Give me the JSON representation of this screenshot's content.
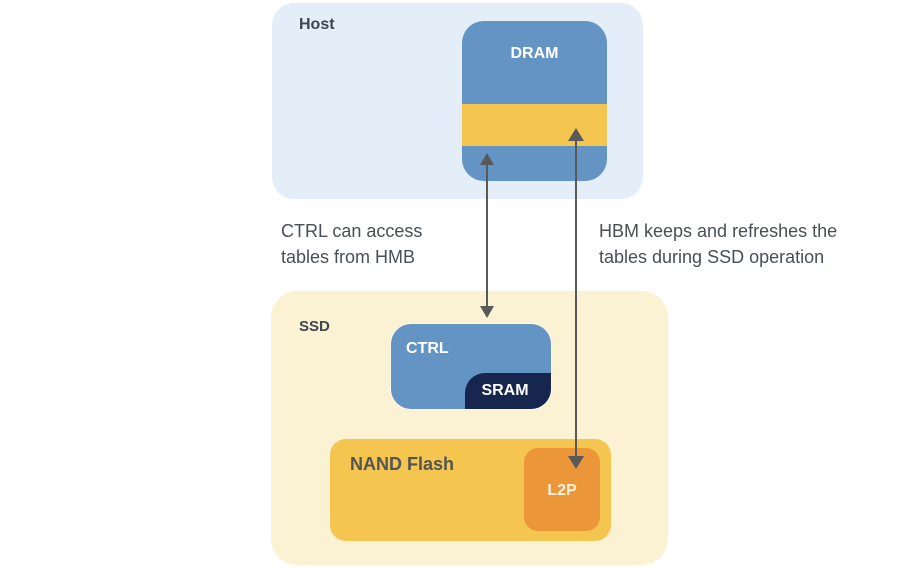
{
  "host": {
    "label": "Host",
    "dram": {
      "label": "DRAM"
    }
  },
  "notes": {
    "left": [
      "CTRL can access",
      "tables from HMB"
    ],
    "right": [
      "HBM keeps and refreshes the",
      "tables during SSD operation"
    ]
  },
  "ssd": {
    "label": "SSD",
    "ctrl": {
      "label": "CTRL",
      "sram_label": "SRAM"
    },
    "nand": {
      "label": "NAND Flash",
      "l2p_label": "L2P"
    }
  },
  "arrows": [
    {
      "name": "ctrl-hmb-arrow",
      "from": "CTRL",
      "to": "DRAM (HMB)",
      "direction": "bidirectional"
    },
    {
      "name": "hmb-l2p-arrow",
      "from": "DRAM (HMB)",
      "to": "L2P",
      "direction": "bidirectional"
    }
  ],
  "colors": {
    "host_bg": "#e3eef8",
    "ssd_bg": "#fbf1d3",
    "blue": "#6394c4",
    "yellow": "#f4c650",
    "navy": "#16264f",
    "orange": "#ec963a",
    "arrow": "#595959"
  }
}
